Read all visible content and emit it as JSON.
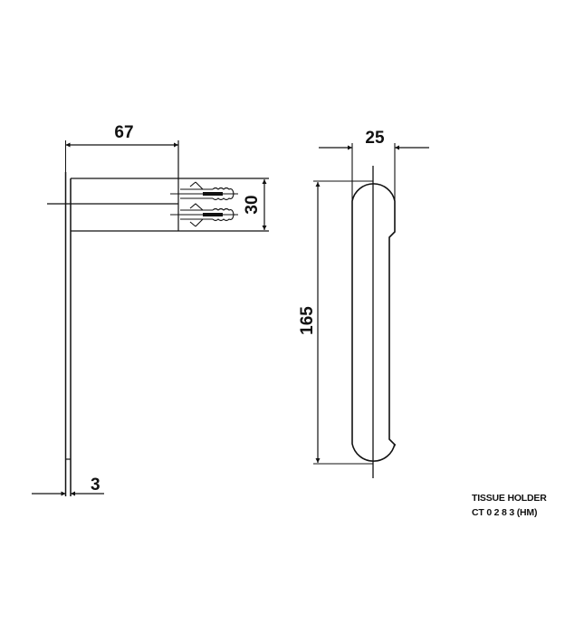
{
  "drawing": {
    "title": "TISSUE HOLDER",
    "code": "CT 0 2 8 3 (HM)",
    "line_color": "#111111",
    "background": "#ffffff"
  },
  "side_view": {
    "dimensions": {
      "depth": "67",
      "mount_height": "30",
      "plate_thickness": "3"
    }
  },
  "front_view": {
    "dimensions": {
      "width": "25",
      "height": "165"
    }
  }
}
